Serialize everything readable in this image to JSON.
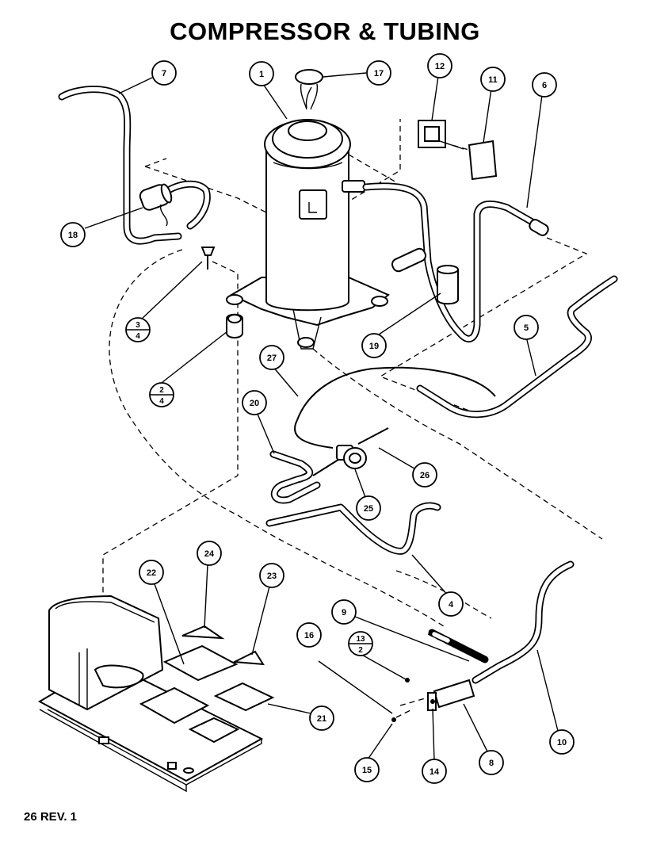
{
  "title": "COMPRESSOR & TUBING",
  "footer": "26 REV. 1",
  "callouts": [
    {
      "id": "c1",
      "label": "1"
    },
    {
      "id": "c17",
      "label": "17"
    },
    {
      "id": "c12",
      "label": "12"
    },
    {
      "id": "c11",
      "label": "11"
    },
    {
      "id": "c6",
      "label": "6"
    },
    {
      "id": "c7",
      "label": "7"
    },
    {
      "id": "c18",
      "label": "18"
    },
    {
      "id": "c19",
      "label": "19"
    },
    {
      "id": "c5",
      "label": "5"
    },
    {
      "id": "c27",
      "label": "27"
    },
    {
      "id": "c20",
      "label": "20"
    },
    {
      "id": "c26",
      "label": "26"
    },
    {
      "id": "c25",
      "label": "25"
    },
    {
      "id": "c4",
      "label": "4"
    },
    {
      "id": "c24",
      "label": "24"
    },
    {
      "id": "c22",
      "label": "22"
    },
    {
      "id": "c23",
      "label": "23"
    },
    {
      "id": "c21",
      "label": "21"
    },
    {
      "id": "c9",
      "label": "9"
    },
    {
      "id": "c16",
      "label": "16"
    },
    {
      "id": "c15",
      "label": "15"
    },
    {
      "id": "c14",
      "label": "14"
    },
    {
      "id": "c8",
      "label": "8"
    },
    {
      "id": "c10",
      "label": "10"
    }
  ],
  "fraction_callouts": [
    {
      "id": "f3",
      "top": "3",
      "bottom": "4"
    },
    {
      "id": "f2",
      "top": "2",
      "bottom": "4"
    },
    {
      "id": "f13",
      "top": "13",
      "bottom": "2"
    }
  ]
}
